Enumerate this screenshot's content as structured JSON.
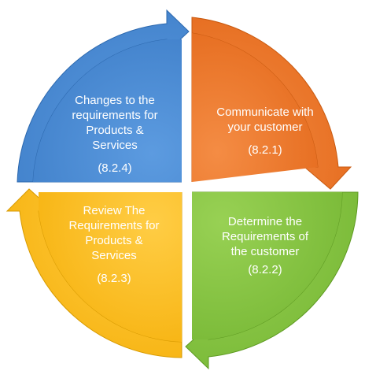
{
  "quadrants": [
    {
      "id": "tr",
      "lines": [
        "Communicate with",
        "your customer"
      ],
      "code": "(8.2.1)",
      "color": "#ED7425",
      "color_dark": "#C95A10"
    },
    {
      "id": "br",
      "lines": [
        "Determine the",
        "Requirements of",
        "the customer"
      ],
      "code": "(8.2.2)",
      "color": "#84C341",
      "color_dark": "#5E9A22"
    },
    {
      "id": "bl",
      "lines": [
        "Review The",
        "Requirements for",
        "Products &",
        "Services"
      ],
      "code": "(8.2.3)",
      "color": "#FDBF1F",
      "color_dark": "#D79A00"
    },
    {
      "id": "tl",
      "lines": [
        "Changes to the",
        "requirements for",
        "Products &",
        "Services"
      ],
      "code": "(8.2.4)",
      "color": "#4A8AD4",
      "color_dark": "#2C68AE"
    }
  ]
}
